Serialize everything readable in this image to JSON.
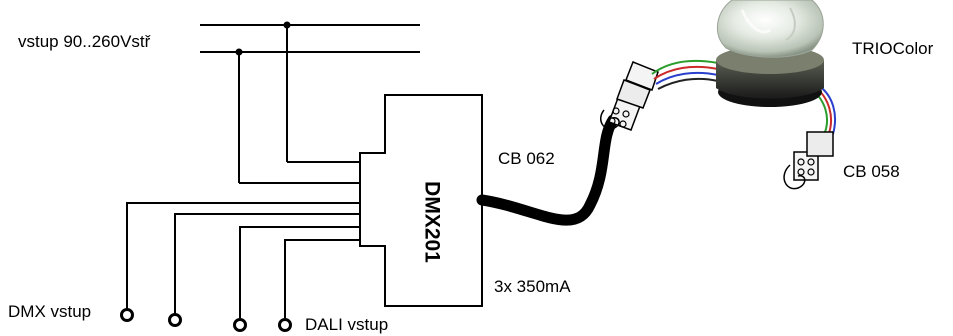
{
  "labels": {
    "mains_input": "vstup 90..260Vstř",
    "output_connector": "CB 062",
    "output_current": "3x 350mA",
    "dmx_input": "DMX vstup",
    "dali_input": "DALI vstup",
    "lamp": "TRIOColor",
    "lamp_connector": "CB 058"
  },
  "unit": {
    "name": "DMX201"
  }
}
